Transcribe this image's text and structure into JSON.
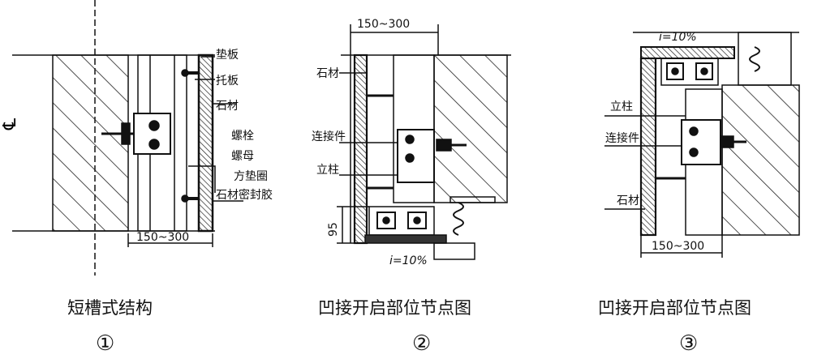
{
  "figure1": {
    "centerline_symbol": "℄",
    "labels": [
      "垫板",
      "托板",
      "石材",
      "螺栓",
      "螺母",
      "方垫圈",
      "石材密封胶"
    ],
    "dimension": "150~300",
    "title": "短槽式结构",
    "number": "①"
  },
  "figure2": {
    "dimension": "150~300",
    "labels": [
      "石材",
      "连接件",
      "立柱"
    ],
    "height_dimension": "95",
    "slope": "i=10%",
    "title": "凹接开启部位节点图",
    "number": "②"
  },
  "figure3": {
    "slope": "i=10%",
    "labels": [
      "立柱",
      "连接件",
      "石材"
    ],
    "dimension": "150~300",
    "title": "凹接开启部位节点图",
    "number": "③"
  }
}
